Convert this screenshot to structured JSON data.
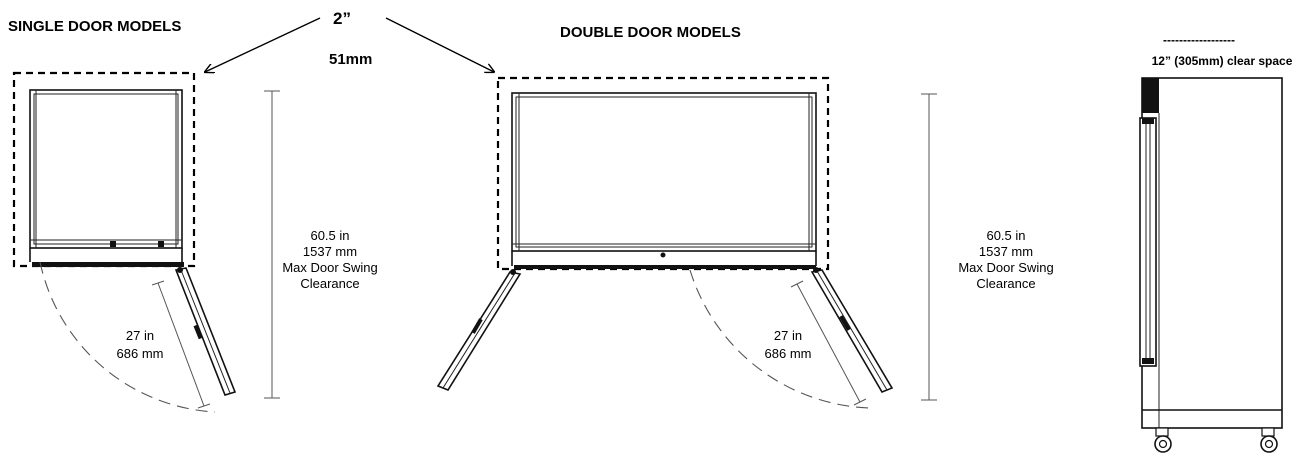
{
  "labels": {
    "single_title": "SINGLE DOOR MODELS",
    "double_title": "DOUBLE DOOR MODELS",
    "gap_in": "2”",
    "gap_mm": "51mm",
    "clear_space": "12” (305mm) clear space",
    "clear_dashes": "------------------"
  },
  "single": {
    "height_in": "60.5 in",
    "height_mm": "1537 mm",
    "height_note_1": "Max Door Swing",
    "height_note_2": "Clearance",
    "door_in": "27 in",
    "door_mm": "686 mm"
  },
  "double": {
    "height_in": "60.5 in",
    "height_mm": "1537 mm",
    "height_note_1": "Max Door Swing",
    "height_note_2": "Clearance",
    "door_in": "27 in",
    "door_mm": "686 mm"
  }
}
